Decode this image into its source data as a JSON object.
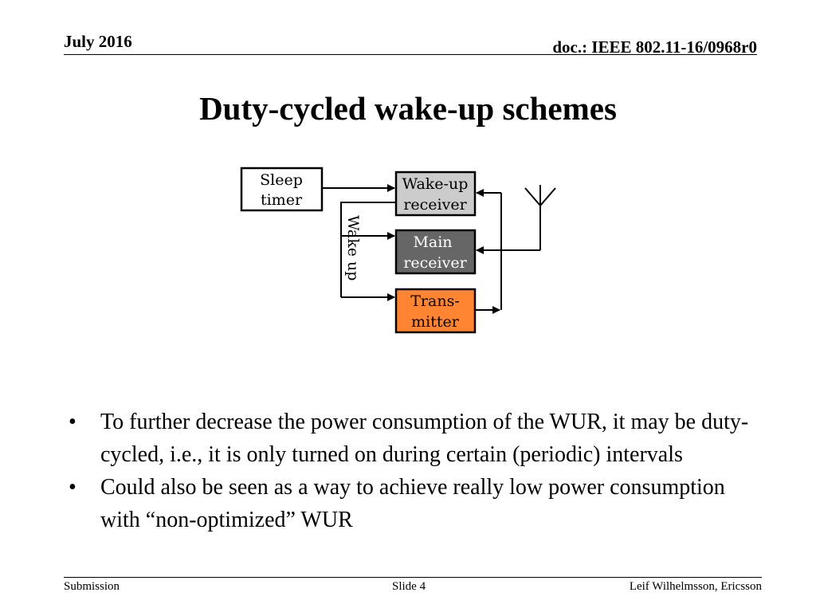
{
  "header": {
    "date": "July 2016",
    "doc_id": "doc.: IEEE 802.11-16/0968r0"
  },
  "slide": {
    "title": "Duty-cycled wake-up schemes"
  },
  "diagram": {
    "sleep_timer": [
      "Sleep",
      "timer"
    ],
    "wakeup_receiver": [
      "Wake-up",
      "receiver"
    ],
    "main_receiver": [
      "Main",
      "receiver"
    ],
    "transmitter": [
      "Trans-",
      "mitter"
    ],
    "wake_up_label": "Wake up",
    "colors": {
      "wakeup_fill": "#cccccc",
      "main_fill": "#666666",
      "transmitter_fill": "#ff8533"
    }
  },
  "bullets": [
    "To further decrease the power consumption of the WUR, it may be duty-cycled, i.e., it is only turned on during certain (periodic) intervals",
    "Could also be seen as a way to achieve really low power consumption with “non-optimized” WUR"
  ],
  "footer": {
    "left": "Submission",
    "center": "Slide 4",
    "right": "Leif Wilhelmsson, Ericsson"
  }
}
